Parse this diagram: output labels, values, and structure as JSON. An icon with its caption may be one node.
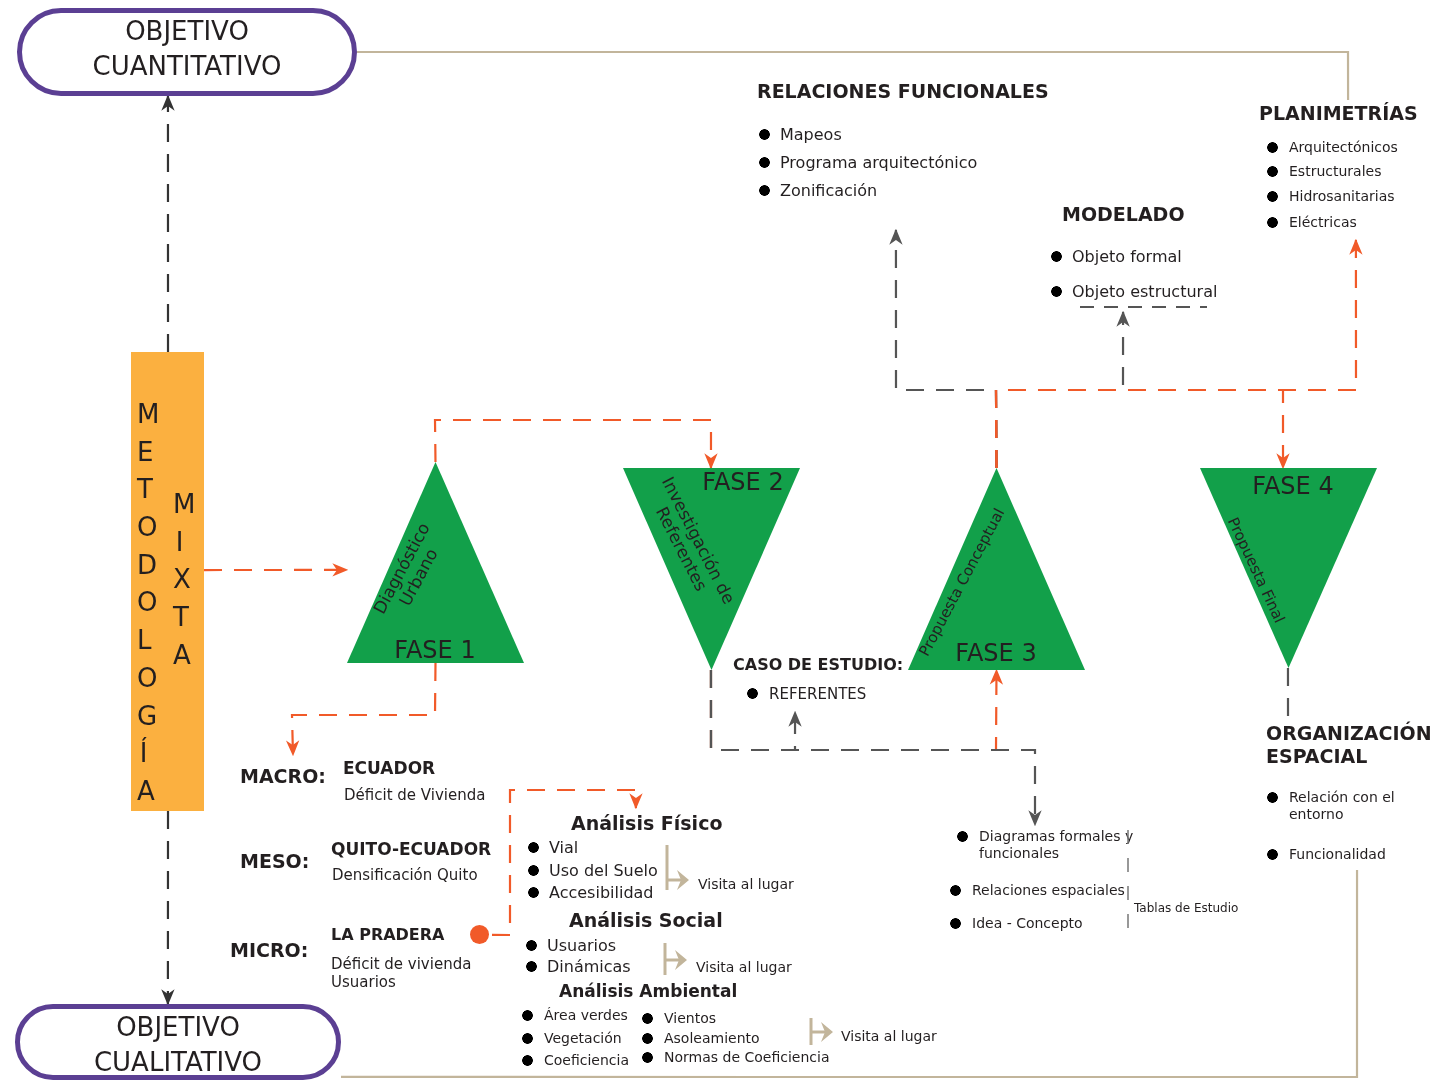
{
  "diagram": {
    "nodes": [
      {
        "text": [
          "OBJETIVO CUANTITATIVO"
        ]
      },
      {
        "text": [
          "OBJETIVO CUALITATIVO"
        ]
      },
      {
        "text": [
          "METODOLOGÍA",
          "MIXTA"
        ]
      },
      {
        "text": [
          "Diagnóstico Urbano",
          "FASE 1"
        ]
      },
      {
        "text": [
          "FASE 2",
          "Investigación de Referentes"
        ]
      },
      {
        "text": [
          "Propuesta Conceptual",
          "FASE 3"
        ]
      },
      {
        "text": [
          "FASE 4",
          "Propuesta Final"
        ]
      },
      {
        "text": [
          "RELACIONES FUNCIONALES",
          "Mapeos",
          "Programa arquitectónico",
          "Zonificación"
        ]
      },
      {
        "text": [
          "MODELADO",
          "Objeto formal",
          "Objeto estructural"
        ]
      },
      {
        "text": [
          "PLANIMETRÍAS",
          "Arquitectónicos",
          "Estructurales",
          "Hidrosanitarias",
          "Eléctricas"
        ]
      },
      {
        "text": [
          "ORGANIZACIÓN ESPACIAL",
          "Relación con el entorno",
          "Funcionalidad"
        ]
      },
      {
        "text": [
          "CASO DE ESTUDIO:",
          "REFERENTES"
        ]
      },
      {
        "text": [
          "MACRO:",
          "ECUADOR",
          "Déficit de Vivienda"
        ]
      },
      {
        "text": [
          "MICRO:",
          "LA PRADERA",
          "Déficit de vivienda Usuarios"
        ]
      },
      {
        "text": [
          "Análisis Físico",
          "Vial",
          "Uso del Suelo",
          "Accesibilidad",
          "Análisis Social",
          "Usuarios",
          "Dinámicas",
          "Análisis Ambiental",
          "Área verdes",
          "Vegetación",
          "Coeficiencia",
          "Vientos",
          "Asoleamiento",
          "Normas de Coeficiencia"
        ]
      },
      {
        "text": [
          "Diagramas formales y funcionales",
          "Relaciones espaciales",
          "Idea - Concepto"
        ]
      }
    ],
    "edges": [
      {
        "from": 2,
        "to": 3,
        "arrow": "to",
        "style": "dashed"
      },
      {
        "from": 2,
        "to": 0,
        "arrow": "to",
        "style": "dashed",
        "color": "#333333"
      },
      {
        "from": 2,
        "to": 1,
        "arrow": "to",
        "style": "dashed",
        "color": "#333333"
      },
      {
        "from": 3,
        "to": 4,
        "arrow": "to",
        "style": "dashed"
      },
      {
        "from": 3,
        "to": 12,
        "arrow": "to",
        "style": "dashed"
      },
      {
        "from": 13,
        "to": 14,
        "arrow": "to",
        "style": "dashed"
      },
      {
        "from": 4,
        "to": 5,
        "arrow": "to",
        "style": "dashed"
      },
      {
        "from": 4,
        "to": 11,
        "arrow": "to",
        "style": "dashed",
        "color": "#555555"
      },
      {
        "from": 4,
        "to": 15,
        "arrow": "to",
        "style": "dashed",
        "color": "#555555"
      },
      {
        "from": 5,
        "to": 7,
        "arrow": "to",
        "style": "dashed",
        "color": "#555555"
      },
      {
        "from": 5,
        "to": 8,
        "arrow": "to",
        "style": "dashed",
        "color": "#555555"
      },
      {
        "from": 5,
        "to": 9,
        "arrow": "to",
        "style": "dashed"
      },
      {
        "from": 5,
        "to": 6,
        "arrow": "to",
        "style": "dashed"
      },
      {
        "from": 6,
        "to": 10,
        "arrow": "none",
        "style": "dashed",
        "color": "#555555"
      },
      {
        "from": 0,
        "to": 9,
        "arrow": "none",
        "color": "#c2b59b"
      },
      {
        "from": 1,
        "to": 10,
        "arrow": "none",
        "color": "#c2b59b"
      }
    ],
    "labels": [
      "MESO:",
      "QUITO-ECUADOR",
      "Densificación Quito",
      "Visita al lugar",
      "Visita al lugar",
      "Visita al lugar",
      "Tablas de Estudio"
    ]
  }
}
